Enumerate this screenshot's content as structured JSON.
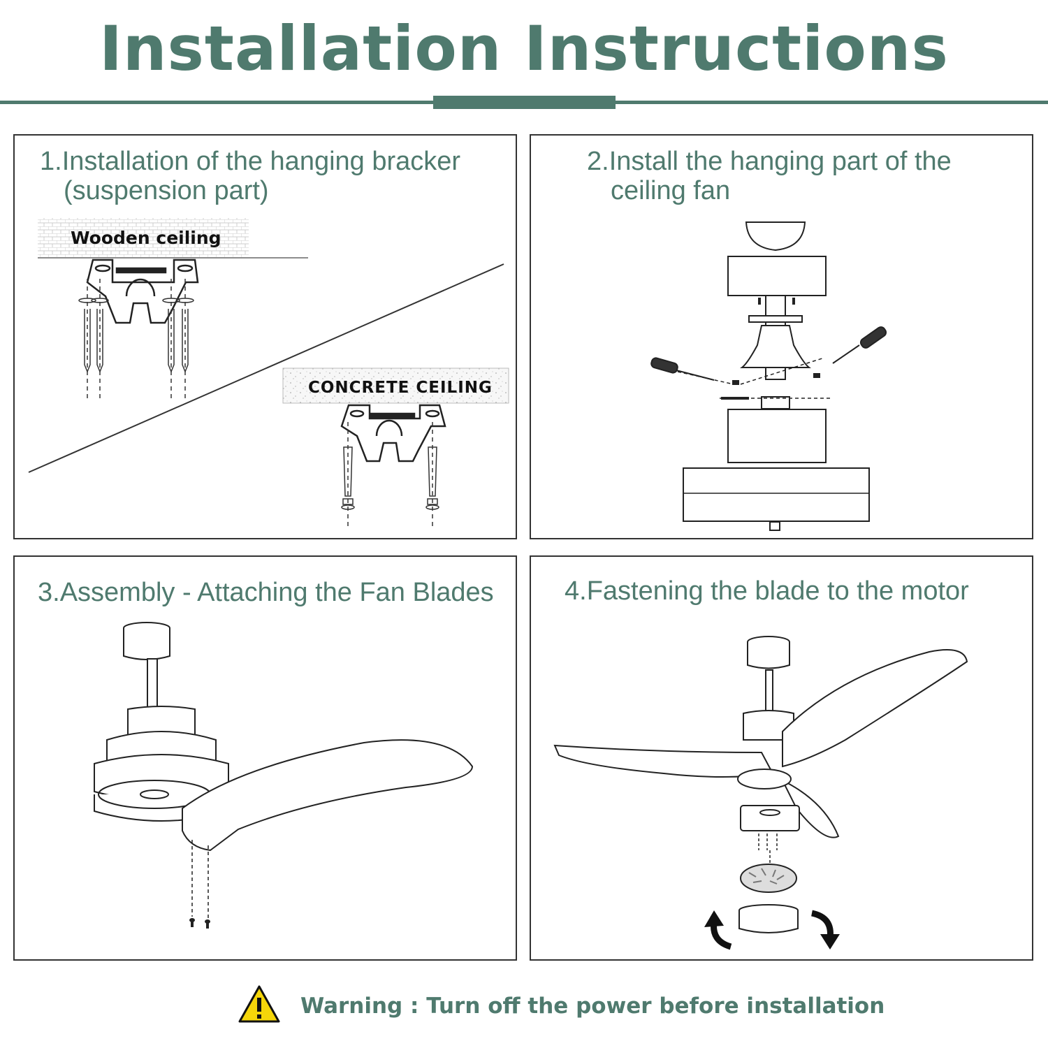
{
  "title": "Installation Instructions",
  "colors": {
    "accent": "#4f7a6e",
    "line": "#333333",
    "warning_yellow": "#f5d60a"
  },
  "steps": [
    {
      "line1": "1.Installation of the hanging bracker",
      "line2": "(suspension part)",
      "labels": {
        "wooden": "Wooden ceiling",
        "concrete": "CONCRETE CEILING"
      }
    },
    {
      "line1": "2.Install the hanging part of the",
      "line2": "ceiling fan"
    },
    {
      "line1": "3.Assembly - Attaching the Fan Blades"
    },
    {
      "line1": "4.Fastening the blade to the motor"
    }
  ],
  "warning": {
    "icon": "warning-triangle-icon",
    "text": "Warning : Turn off the power before installation"
  }
}
